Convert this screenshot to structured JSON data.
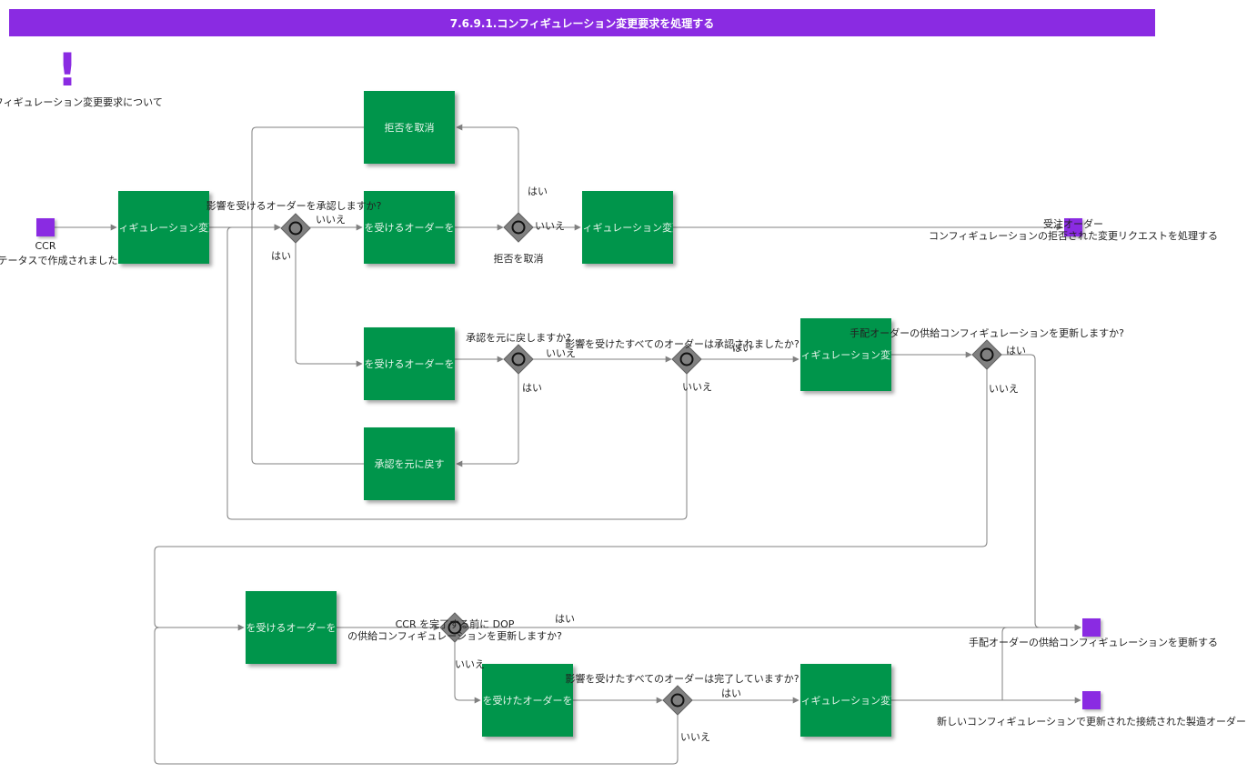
{
  "title": "7.6.9.1.コンフィギュレーション変更要求を処理する",
  "note": {
    "icon": "exclamation-icon",
    "label": "コンフィギュレーション変更要求について"
  },
  "start": {
    "label1": "CCR",
    "label2": "ステータスで作成されました"
  },
  "tasks": {
    "t1": "コンフィギュレーション変更要求",
    "cancel_reject": "拒否を取消",
    "reject_orders": "影響を受けるオーダーを拒否",
    "reject_ccr": "コンフィギュレーション変更要求",
    "approve_orders": "影響を受けるオーダーを承認",
    "revert_approval": "承認を元に戻す",
    "approve_ccr": "コンフィギュレーション変更要求",
    "update_orders": "影響を受けるオーダーを更新",
    "complete_orders": "影響を受けたオーダーを完了",
    "complete_ccr": "コンフィギュレーション変更要求"
  },
  "gateways": {
    "g1": "影響を受けるオーダーを承認しますか?",
    "g2": "拒否を取消",
    "g3": "承認を元に戻しますか?",
    "g4": "影響を受けたすべてのオーダーは承認されましたか?",
    "g5": "手配オーダーの供給コンフィギュレーションを更新しますか?",
    "g6a": "CCR を完了する前に DOP",
    "g6b": "の供給コンフィギュレーションを更新しますか?",
    "g7": "影響を受けたすべてのオーダーは完了していますか?"
  },
  "branch": {
    "yes": "はい",
    "no": "いいえ"
  },
  "ends": {
    "e1a": "受注オーダー",
    "e1b": "コンフィギュレーションの拒否された変更リクエストを処理する",
    "e2": "手配オーダーの供給コンフィギュレーションを更新する",
    "e3": "新しいコンフィギュレーションで更新された接続された製造オーダー"
  },
  "colors": {
    "accent": "#8a2be2",
    "task": "#00954b",
    "gateway": "#808080",
    "line": "#808080"
  }
}
